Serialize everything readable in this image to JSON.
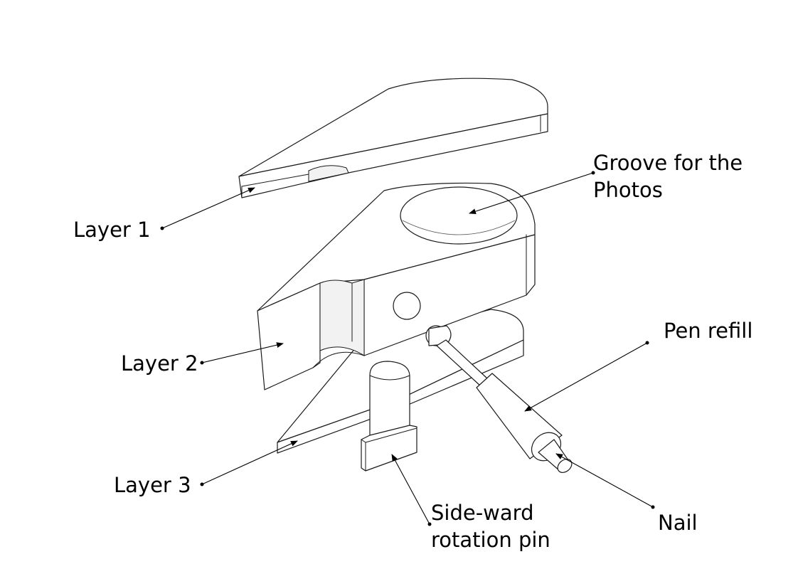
{
  "labels": {
    "layer1": "Layer 1",
    "layer2": "Layer 2",
    "layer3": "Layer 3",
    "groove_line1": "Groove for the",
    "groove_line2": "Photos",
    "pen_refill": "Pen refill",
    "nail": "Nail",
    "pin_line1": "Side-ward",
    "pin_line2": "rotation pin"
  },
  "colors": {
    "line": "#1a1a1a",
    "background": "#ffffff"
  }
}
